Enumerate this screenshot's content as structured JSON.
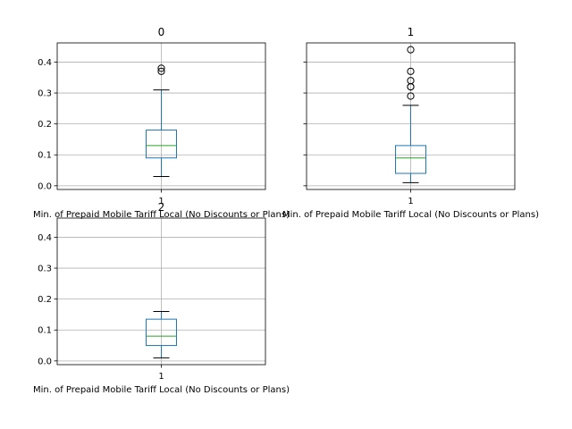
{
  "chart_data": [
    {
      "type": "box",
      "title": "0",
      "xlabel": "Min. of Prepaid Mobile Tariff Local (No Discounts or Plans)",
      "category_tick": "1",
      "ylim": [
        -0.012,
        0.462
      ],
      "yticks": [
        "0.0",
        "0.1",
        "0.2",
        "0.3",
        "0.4"
      ],
      "show_ytick_labels": true,
      "grid": true,
      "box": {
        "whisker_low": 0.03,
        "q1": 0.09,
        "median": 0.13,
        "q3": 0.18,
        "whisker_high": 0.31,
        "outliers": [
          0.37,
          0.38
        ]
      }
    },
    {
      "type": "box",
      "title": "1",
      "xlabel": "Min. of Prepaid Mobile Tariff Local (No Discounts or Plans)",
      "category_tick": "1",
      "ylim": [
        -0.012,
        0.462
      ],
      "yticks": [
        "0.0",
        "0.1",
        "0.2",
        "0.3",
        "0.4"
      ],
      "show_ytick_labels": false,
      "grid": true,
      "box": {
        "whisker_low": 0.01,
        "q1": 0.04,
        "median": 0.09,
        "q3": 0.13,
        "whisker_high": 0.26,
        "outliers": [
          0.29,
          0.32,
          0.32,
          0.34,
          0.37,
          0.44
        ]
      }
    },
    {
      "type": "box",
      "title": "2",
      "xlabel": "Min. of Prepaid Mobile Tariff Local (No Discounts or Plans)",
      "category_tick": "1",
      "ylim": [
        -0.012,
        0.462
      ],
      "yticks": [
        "0.0",
        "0.1",
        "0.2",
        "0.3",
        "0.4"
      ],
      "show_ytick_labels": true,
      "grid": true,
      "box": {
        "whisker_low": 0.01,
        "q1": 0.05,
        "median": 0.08,
        "q3": 0.135,
        "whisker_high": 0.16,
        "outliers": []
      }
    }
  ],
  "colors": {
    "box": "#1f77b4",
    "median": "#2ca02c",
    "grid": "#b0b0b0",
    "axis": "#000000"
  }
}
